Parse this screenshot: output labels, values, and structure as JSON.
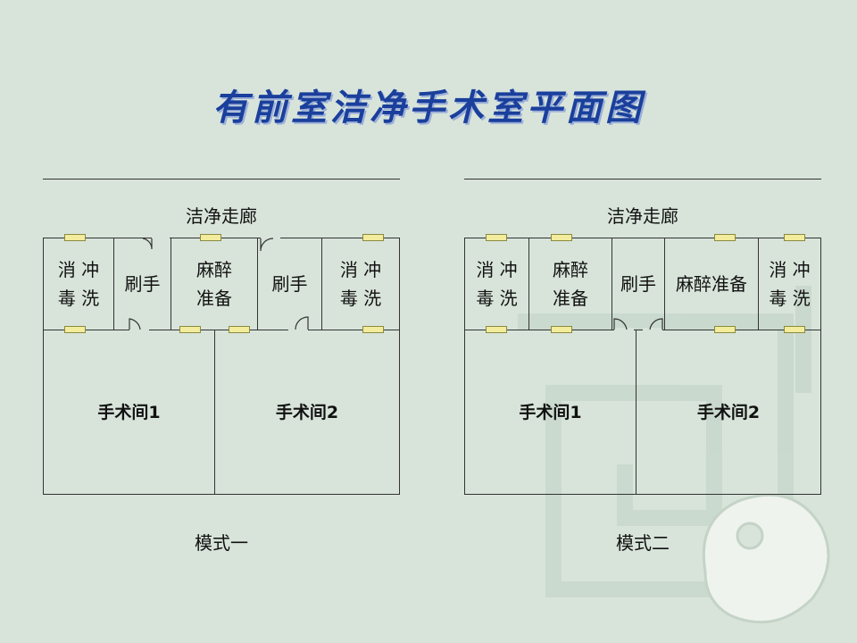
{
  "title": "有前室洁净手术室平面图",
  "plans": [
    {
      "corridor": "洁净走廊",
      "mode": "模式一",
      "rooms": {
        "r1": "消 冲\n毒 洗",
        "r2": "刷手",
        "r3": "麻醉\n准备",
        "r4": "刷手",
        "r5": "消 冲\n毒 洗",
        "or1": "手术间1",
        "or2": "手术间2"
      }
    },
    {
      "corridor": "洁净走廊",
      "mode": "模式二",
      "rooms": {
        "r1": "消 冲\n毒 洗",
        "r2": "麻醉\n准备",
        "r3": "刷手",
        "r4": "麻醉准备",
        "r5": "消 冲\n毒 洗",
        "or1": "手术间1",
        "or2": "手术间2"
      }
    }
  ],
  "colors": {
    "title": "#1a3f9c",
    "light": "#f2ec9c",
    "background": "#d8e4da"
  }
}
